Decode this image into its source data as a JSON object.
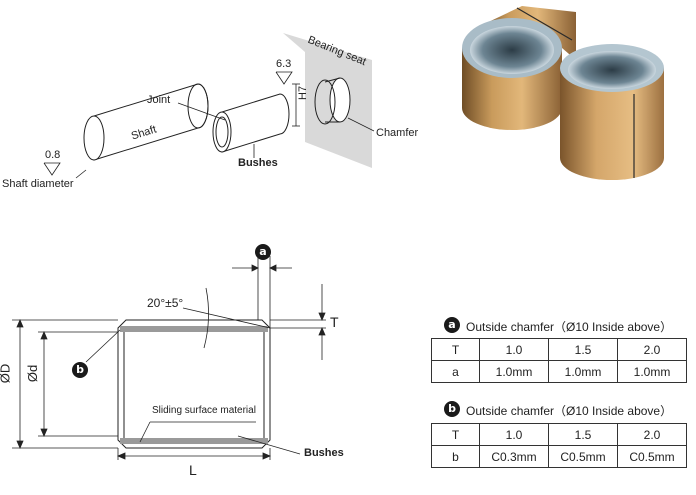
{
  "assembly": {
    "shaft_diameter_label": "Shaft diameter",
    "shaft_roughness": "0.8",
    "shaft_label": "Shaft",
    "joint_label": "Joint",
    "bushes_label": "Bushes",
    "bearing_seat_label": "Bearing seat",
    "seat_roughness": "6.3",
    "seat_tolerance": "H7",
    "chamfer_label": "Chamfer"
  },
  "section": {
    "badge_a": "a",
    "badge_b": "b",
    "angle_label": "20°±5°",
    "t_label": "T",
    "outer_d_label": "ØD",
    "inner_d_label": "Ød",
    "sliding_label": "Sliding surface material",
    "bushes_label": "Bushes",
    "length_label": "L"
  },
  "table_a": {
    "badge": "a",
    "title": "Outside chamfer（Ø10 Inside above）",
    "headers": [
      "T",
      "1.0",
      "1.5",
      "2.0"
    ],
    "row": [
      "a",
      "1.0mm",
      "1.0mm",
      "1.0mm"
    ]
  },
  "table_b": {
    "badge": "b",
    "title": "Outside chamfer（Ø10 Inside above）",
    "headers": [
      "T",
      "1.0",
      "1.5",
      "2.0"
    ],
    "row": [
      "b",
      "C0.3mm",
      "C0.5mm",
      "C0.5mm"
    ]
  }
}
